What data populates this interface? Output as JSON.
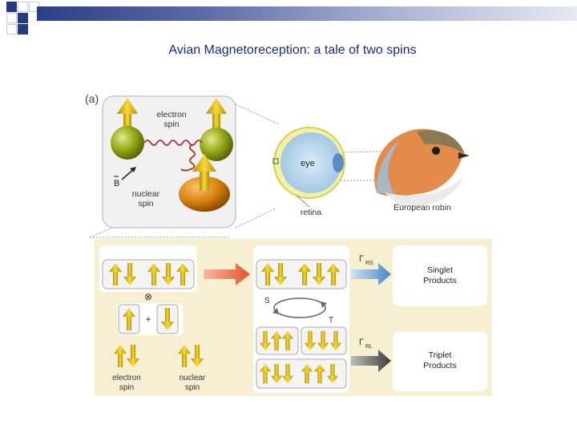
{
  "slide": {
    "title": "Avian Magnetoreception: a tale of two spins"
  },
  "panel_a": {
    "label": "(a)",
    "electron_spin_label_1": "electron",
    "electron_spin_label_2": "spin",
    "field_label": "B",
    "nuclear_spin_label_1": "nuclear",
    "nuclear_spin_label_2": "spin",
    "eye_label": "eye",
    "retina_label": "retina",
    "robin_label": "European robin"
  },
  "panel_b": {
    "symbol_tensor": "⊗",
    "symbol_plus": "+",
    "label_s": "S",
    "label_t": "T",
    "rate_s": "Γ",
    "rate_s_sub": "RS",
    "rate_t": "Γ",
    "rate_t_sub": "RL",
    "singlet_1": "Singlet",
    "singlet_2": "Products",
    "triplet_1": "Triplet",
    "triplet_2": "Products",
    "electron_spin_1": "electron",
    "electron_spin_2": "spin",
    "nuclear_spin_1": "nuclear",
    "nuclear_spin_2": "spin"
  },
  "colors": {
    "title": "#1d2a7a",
    "deco": "#283a7e",
    "yellow_arrow": "#e8c400",
    "yellow_dark": "#b38f00",
    "olive_sphere": "#9aab1a",
    "orange_sphere": "#d9820f",
    "panel_bg": "#f6efd2",
    "red_arrow": "#e4522a",
    "blue_arrow": "#5b95d0",
    "grey_arrow": "#555555"
  }
}
